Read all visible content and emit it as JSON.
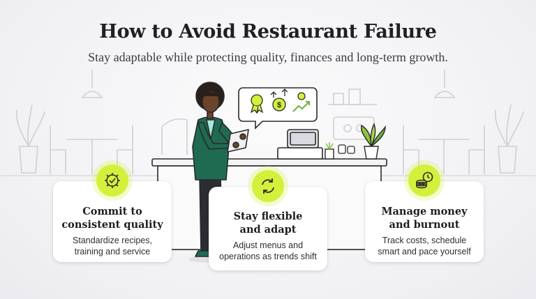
{
  "header": {
    "title": "How to Avoid Restaurant Failure",
    "subtitle": "Stay adaptable while protecting quality, finances and long-term growth."
  },
  "colors": {
    "accent": "#d5f03a",
    "outline": "#2a2a2a",
    "jacket": "#1e6b52",
    "text": "#1f1f24"
  },
  "cards": [
    {
      "title_line1": "Commit to",
      "title_line2": "consistent quality",
      "desc_line1": "Standardize recipes,",
      "desc_line2": "training and service",
      "icon": "gear-check-icon"
    },
    {
      "title_line1": "Stay flexible",
      "title_line2": "and adapt",
      "desc_line1": "Adjust menus and",
      "desc_line2": "operations as trends shift",
      "icon": "refresh-arrows-icon"
    },
    {
      "title_line1": "Manage money",
      "title_line2": "and burnout",
      "desc_line1": "Track costs, schedule",
      "desc_line2": "smart and pace yourself",
      "icon": "coins-clock-icon"
    }
  ],
  "speech_bubble_icons": [
    "award-ribbon-icon",
    "dollar-growth-icon",
    "idea-trend-icon"
  ]
}
